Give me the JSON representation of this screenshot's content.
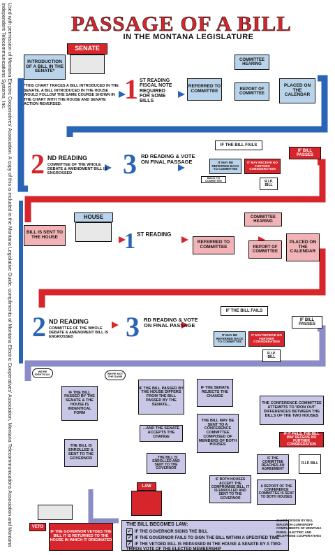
{
  "sidebar": {
    "text": "Used with permission of Montana Electric Cooperatives' Association. A copy of this is included in the Montana Legislative Guide, compliments of Montana Electric Cooperatives' Association, Montana Telecommunications Association and Montana Independent Telecommunications Systems, Inc."
  },
  "header": {
    "title": "PASSAGE OF A BILL",
    "subtitle": "IN THE MONTANA LEGISLATURE"
  },
  "senate": {
    "label": "SENATE",
    "intro": "INTRODUCTION OF A BILL IN THE SENATE*",
    "note": "*THIS CHART TRACES A BILL INTRODUCED IN THE SENATE. A BILL INTRODUCED IN THE HOUSE WOULD FOLLOW THE SAME COURSE SHOWN IN THE CHART WITH THE HOUSE AND SENATE ACTION REVERSED.",
    "first_num": "1",
    "first_text": "ST READING FISCAL NOTE REQUIRED FOR SOME BILLS",
    "referred": "REFERRED TO COMMITTEE",
    "hearing": "COMMITTEE HEARING",
    "report": "REPORT OF COMMITTEE",
    "placed": "PLACED ON THE CALENDAR",
    "second_num": "2",
    "second_text": "ND READING",
    "second_sub": "COMMITTEE OF THE WHOLE DEBATE & AMENDMENT BILL IS ENGROSSED",
    "third_num": "3",
    "third_text": "RD READING & VOTE ON FINAL PASSAGE",
    "fails": "IF THE BILL FAILS",
    "may_refer": "IT MAY BE REFERRED BACK TO COMMITTEE",
    "may_receive": "IT MAY RECEIVE NO FURTHER CONSIDERATION",
    "passes": "IF BILL PASSES",
    "back_tag": "BACK TO COMMITTEE",
    "rip": "R.I.P. BILL"
  },
  "house": {
    "sent": "BILL IS SENT TO THE HOUSE",
    "label": "HOUSE",
    "first_num": "1",
    "first_text": "ST READING",
    "referred": "REFERRED TO COMMITTEE",
    "hearing": "COMMITTEE HEARING",
    "report": "REPORT OF COMMITTEE",
    "placed": "PLACED ON THE CALENDAR",
    "second_num": "2",
    "second_text": "ND READING",
    "second_sub": "COMMITTEE OF THE WHOLE DEBATE & AMENDMENT BILL IS ENGROSSED",
    "third_num": "3",
    "third_text": "RD READING & VOTE ON FINAL PASSAGE",
    "fails": "IF THE BILL FAILS",
    "may_refer": "IT MAY BE REFERRED BACK TO COMMITTEE",
    "may_receive": "IT MAY RECEIVE NO FURTHER CONSIDERATION",
    "passes": "IF BILL PASSES",
    "rip": "R.I.P. BILL"
  },
  "final": {
    "bubble1": "WE'RE IDENTICAL!",
    "bubble2": "WE'RE NOT THE SAME",
    "identical": "IF THE BILL PASSED BY THE SENATE & THE HOUSE IS INDENTICAL FORM",
    "differs": "IF THE BILL PASSED BY THE HOUSE DIFFERS FROM THE BILL PASSED BY THE SENATE...",
    "rejects": "IF THE SENATE REJECTS THE CHANGE",
    "conference_attempts": "THE CONFERENCE COMMITTEE ATTEMPTS TO 'IRON OUT' DIFFERENCES BETWEEN THE BILLS OF THE TWO HOUSES",
    "fails_conf": "IF IT FAILS, THE BILL MAY RECEIVE NO FURTHER CONSIDERATION",
    "enrolled_gov": "THE BILL IS ENROLLED & SENT TO THE GOVERNOR",
    "accepts": "...AND THE SENATE ACCEPTS THE CHANGE",
    "enrolled2": "...THE BILL IS ENROLLED AND SENT TO THE GOVERNOR",
    "sent_conf": "THE BILL MAY BE SENT TO A CONFERENCE COMMITTEE COMPOSED OF MEMBERS OF BOTH HOUSES",
    "reaches": "IF THE COMMITTEE REACHES AN AGREEMENT",
    "report_conf": "A REPORT OF THE CONFERENCE COMMITTEE IS SENT TO BOTH HOUSES",
    "both_accept": "IF BOTH HOUSES ACCEPT THE COMPROMISE BILL, IT IS ENROLLED AND SENT TO THE GOVERNOR",
    "law_label": "LAW",
    "becomes_law": "THE BILL BECOMES LAW:",
    "law_items": [
      "IF THE GOVERNOR SIGNS THE BILL",
      "IF THE GOVERNOR FAILS TO SIGN THE BILL WITHIN A SPECIFIED TIME",
      "IF THE VETOED BILL IS REPASSED IN THE HOUSE & SENATE BY A TWO-THIRDS VOTE OF THE ELECTED MEMBERSHIP"
    ],
    "veto": "VETO",
    "veto_text": "IF THE GOVERNOR VETOES THE BILL IT IS RETURNED TO THE HOUSE IN WHICH IT ORIGINATED",
    "credit": "CHART DESIGN BY BILL WALDRON-LUNKENOFF COMPLIMENTS OF MONTANA RURAL ELECTRIC AND TELEPHONE COOPERATIVES",
    "rip": "R.I.P. BILL"
  },
  "colors": {
    "red": "#d6262c",
    "blue": "#2a64b5",
    "light_blue": "#b9d4ea",
    "pink": "#f2b3b6",
    "lavender": "#c8c8e6"
  }
}
